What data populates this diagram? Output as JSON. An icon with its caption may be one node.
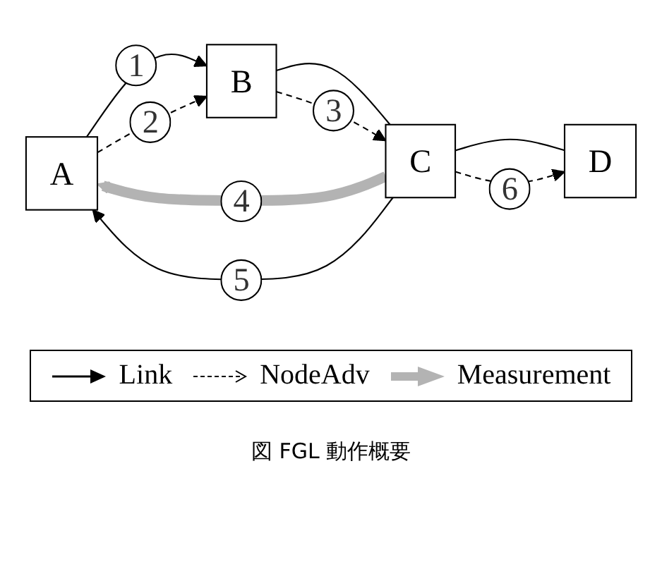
{
  "diagram": {
    "caption": "図 FGL 動作概要",
    "nodes": [
      {
        "text": [
          "A"
        ]
      },
      {
        "text": [
          "B"
        ]
      },
      {
        "text": [
          "C"
        ]
      },
      {
        "text": [
          "D"
        ]
      }
    ],
    "edges": [
      {
        "from": 0,
        "to": 1,
        "arrow": "to",
        "label": "1"
      },
      {
        "from": 0,
        "to": 1,
        "arrow": "to",
        "label": "2",
        "style": "dashed"
      },
      {
        "from": 1,
        "to": 2,
        "arrow": "none"
      },
      {
        "from": 1,
        "to": 2,
        "arrow": "to",
        "label": "3",
        "style": "dashed"
      },
      {
        "from": 2,
        "to": 0,
        "arrow": "to",
        "label": "4",
        "style": "thick",
        "color": "#b3b3b3"
      },
      {
        "from": 2,
        "to": 0,
        "arrow": "to",
        "label": "5"
      },
      {
        "from": 2,
        "to": 3,
        "arrow": "none"
      },
      {
        "from": 2,
        "to": 3,
        "arrow": "to",
        "label": "6",
        "style": "dashed"
      }
    ],
    "legend": [
      {
        "text": "Link"
      },
      {
        "text": "NodeAdv"
      },
      {
        "text": "Measurement"
      }
    ]
  }
}
